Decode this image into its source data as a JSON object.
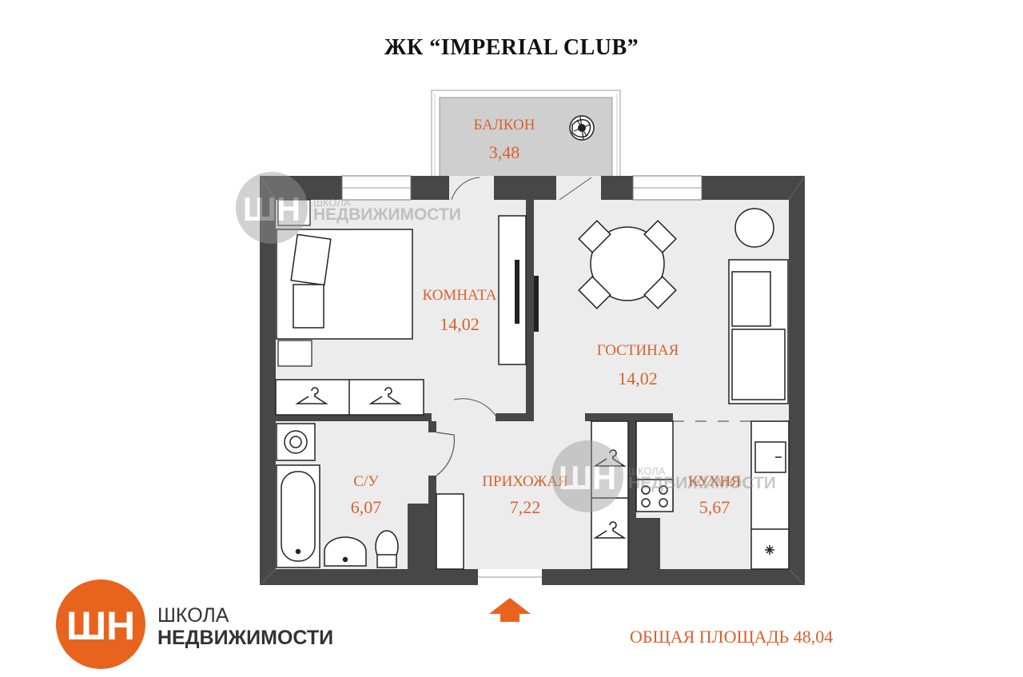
{
  "header": {
    "title": "ЖК “IMPERIAL CLUB”"
  },
  "rooms": {
    "balcony": {
      "label": "БАЛКОН",
      "area": "3,48"
    },
    "bedroom": {
      "label": "КОМНАТА",
      "area": "14,02"
    },
    "living": {
      "label": "ГОСТИНАЯ",
      "area": "14,02"
    },
    "bathroom": {
      "label": "С/У",
      "area": "6,07"
    },
    "hallway": {
      "label": "ПРИХОЖАЯ",
      "area": "7,22"
    },
    "kitchen": {
      "label": "КУХНЯ",
      "area": "5,67"
    }
  },
  "watermark": {
    "line1": "ШКОЛА",
    "line2": "НЕДВИЖИМОСТИ",
    "mark": "ШН"
  },
  "logo": {
    "mark": "ШН",
    "line1": "ШКОЛА",
    "line2": "НЕДВИЖИМОСТИ"
  },
  "footer": {
    "total_area": "ОБЩАЯ ПЛОЩАДЬ 48,04"
  },
  "colors": {
    "accent": "#e8641e",
    "label": "#d9622b",
    "wall": "#474747",
    "floor": "#ececec",
    "balcony_floor": "#cfcfcf"
  },
  "icons": [
    "hanger-icon",
    "entrance-arrow-icon",
    "plant-icon",
    "washing-machine-icon",
    "stove-icon",
    "sink-icon",
    "bathtub-icon",
    "toilet-icon",
    "tv-icon"
  ]
}
